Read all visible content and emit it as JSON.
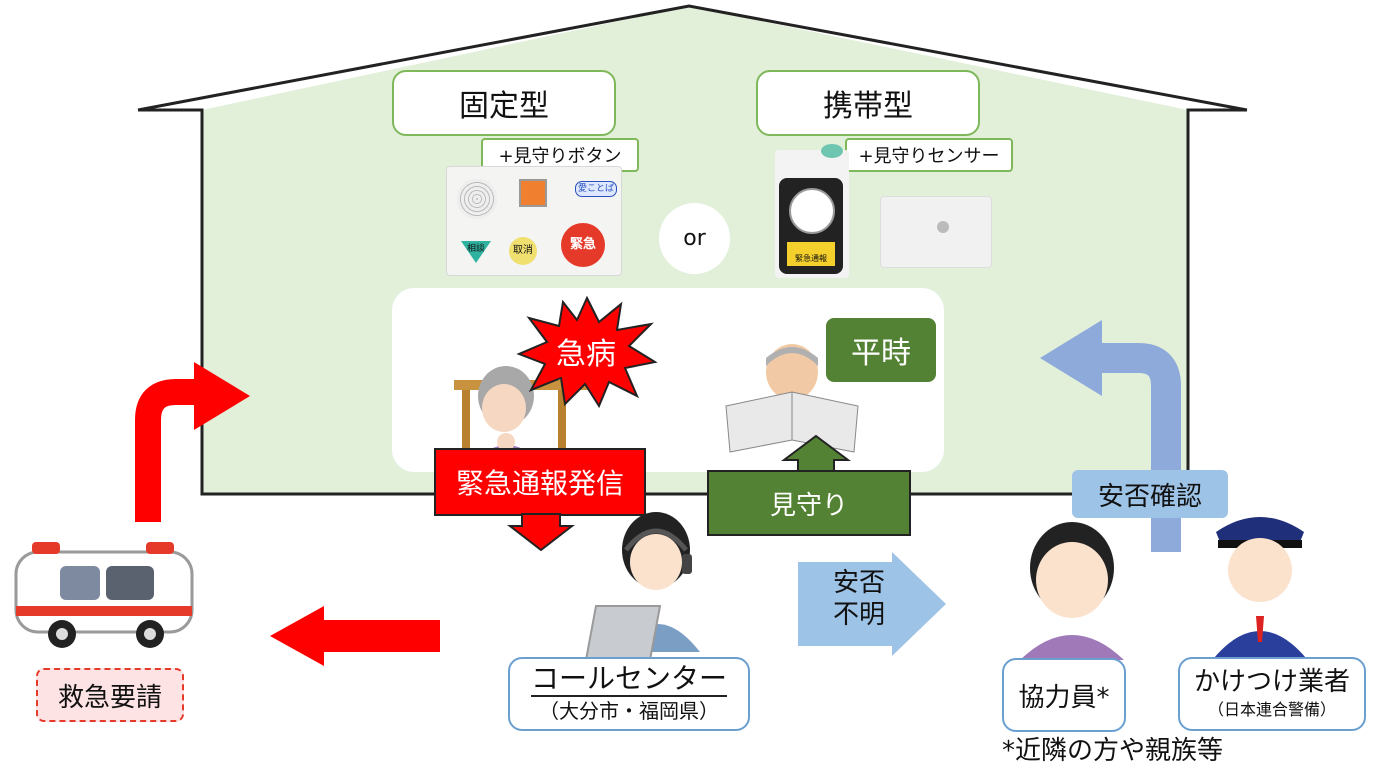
{
  "house": {
    "fixed_type": "固定型",
    "mobile_type": "携帯型",
    "fixed_option": "+見守りボタン",
    "mobile_option": "+見守りセンサー",
    "or_text": "or",
    "device_buttons": {
      "consult": "相談",
      "cancel": "取消",
      "emergency": "緊急"
    },
    "device_brand": "愛ことば",
    "phone_alert": "緊急通報"
  },
  "scene": {
    "sudden_illness": "急病",
    "normal_time": "平時",
    "emergency_call": "緊急通報発信",
    "watch": "見守り"
  },
  "flow": {
    "ambulance_request": "救急要請",
    "call_center_title": "コールセンター",
    "call_center_sub": "（大分市・福岡県）",
    "unknown_line1": "安否",
    "unknown_line2": "不明",
    "safety_check": "安否確認",
    "cooperator": "協力員*",
    "rush_provider": "かけつけ業者",
    "rush_provider_sub": "（日本連合警備）",
    "footnote": "*近隣の方や親族等"
  },
  "colors": {
    "house_fill": "#e2efd9",
    "red": "#ff0000",
    "dark_green": "#548235",
    "light_blue": "#9dc3e6",
    "green_border": "#7fb85a",
    "blue_border": "#6a9fd0"
  }
}
